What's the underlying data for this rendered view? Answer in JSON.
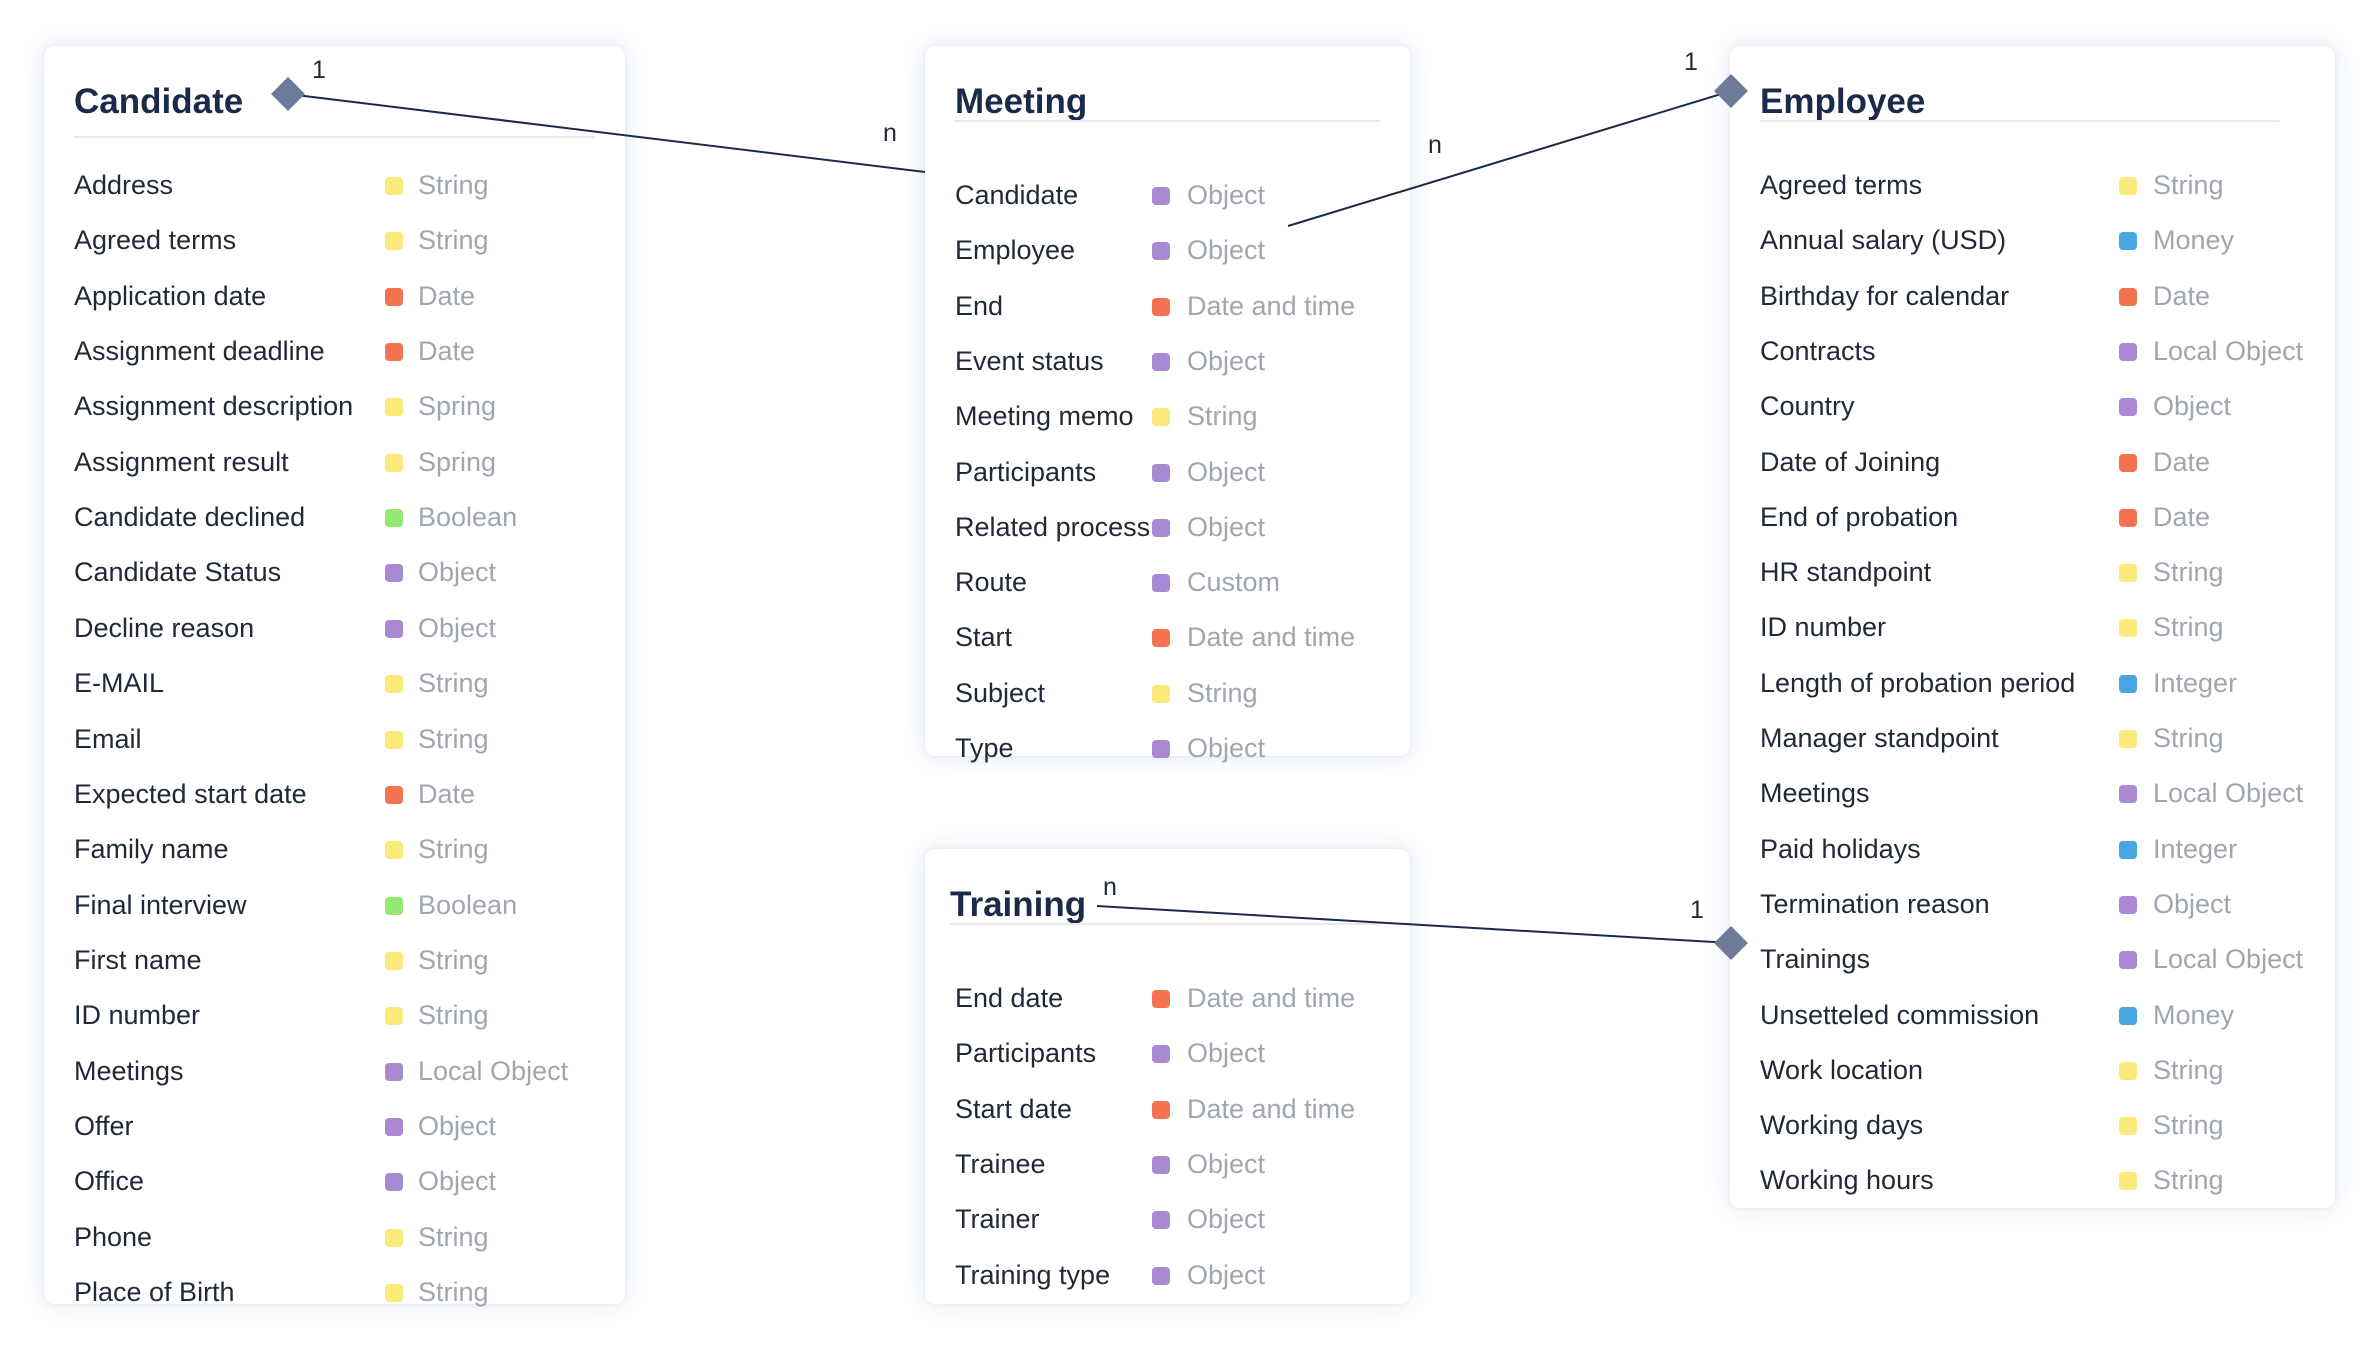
{
  "type_colors": {
    "string": "#fbe97a",
    "date": "#f47452",
    "boolean": "#96e874",
    "object": "#a98ad2",
    "money": "#48a6e4",
    "connector": "#1b2a49",
    "diamond": "#6d7a98"
  },
  "entities": [
    {
      "id": "candidate",
      "title": "Candidate",
      "fields": [
        {
          "name": "Address",
          "type": "String",
          "kind": "string"
        },
        {
          "name": "Agreed terms",
          "type": "String",
          "kind": "string"
        },
        {
          "name": "Application date",
          "type": "Date",
          "kind": "date"
        },
        {
          "name": "Assignment deadline",
          "type": "Date",
          "kind": "date"
        },
        {
          "name": "Assignment description",
          "type": "Spring",
          "kind": "string"
        },
        {
          "name": "Assignment result",
          "type": "Spring",
          "kind": "string"
        },
        {
          "name": "Candidate declined",
          "type": "Boolean",
          "kind": "boolean"
        },
        {
          "name": "Candidate Status",
          "type": "Object",
          "kind": "object"
        },
        {
          "name": "Decline reason",
          "type": "Object",
          "kind": "object"
        },
        {
          "name": "E-MAIL",
          "type": "String",
          "kind": "string"
        },
        {
          "name": "Email",
          "type": "String",
          "kind": "string"
        },
        {
          "name": "Expected start date",
          "type": "Date",
          "kind": "date"
        },
        {
          "name": "Family name",
          "type": "String",
          "kind": "string"
        },
        {
          "name": "Final interview",
          "type": "Boolean",
          "kind": "boolean"
        },
        {
          "name": "First name",
          "type": "String",
          "kind": "string"
        },
        {
          "name": "ID number",
          "type": "String",
          "kind": "string"
        },
        {
          "name": "Meetings",
          "type": "Local Object",
          "kind": "object"
        },
        {
          "name": "Offer",
          "type": "Object",
          "kind": "object"
        },
        {
          "name": "Office",
          "type": "Object",
          "kind": "object"
        },
        {
          "name": "Phone",
          "type": "String",
          "kind": "string"
        },
        {
          "name": "Place of Birth",
          "type": "String",
          "kind": "string"
        }
      ]
    },
    {
      "id": "meeting",
      "title": "Meeting",
      "fields": [
        {
          "name": "Candidate",
          "type": "Object",
          "kind": "object"
        },
        {
          "name": "Employee",
          "type": "Object",
          "kind": "object"
        },
        {
          "name": "End",
          "type": "Date and time",
          "kind": "date"
        },
        {
          "name": "Event status",
          "type": "Object",
          "kind": "object"
        },
        {
          "name": "Meeting memo",
          "type": "String",
          "kind": "string"
        },
        {
          "name": "Participants",
          "type": "Object",
          "kind": "object"
        },
        {
          "name": "Related process",
          "type": "Object",
          "kind": "object"
        },
        {
          "name": "Route",
          "type": "Custom",
          "kind": "object"
        },
        {
          "name": "Start",
          "type": "Date and time",
          "kind": "date"
        },
        {
          "name": "Subject",
          "type": "String",
          "kind": "string"
        },
        {
          "name": "Type",
          "type": "Object",
          "kind": "object"
        }
      ]
    },
    {
      "id": "training",
      "title": "Training",
      "fields": [
        {
          "name": "End date",
          "type": "Date and time",
          "kind": "date"
        },
        {
          "name": "Participants",
          "type": "Object",
          "kind": "object"
        },
        {
          "name": "Start date",
          "type": "Date and time",
          "kind": "date"
        },
        {
          "name": "Trainee",
          "type": "Object",
          "kind": "object"
        },
        {
          "name": "Trainer",
          "type": "Object",
          "kind": "object"
        },
        {
          "name": "Training type",
          "type": "Object",
          "kind": "object"
        }
      ]
    },
    {
      "id": "employee",
      "title": "Employee",
      "fields": [
        {
          "name": "Agreed terms",
          "type": "String",
          "kind": "string"
        },
        {
          "name": "Annual salary (USD)",
          "type": "Money",
          "kind": "money"
        },
        {
          "name": "Birthday for calendar",
          "type": "Date",
          "kind": "date"
        },
        {
          "name": "Contracts",
          "type": "Local Object",
          "kind": "object"
        },
        {
          "name": "Country",
          "type": "Object",
          "kind": "object"
        },
        {
          "name": "Date of Joining",
          "type": "Date",
          "kind": "date"
        },
        {
          "name": "End of probation",
          "type": "Date",
          "kind": "date"
        },
        {
          "name": "HR standpoint",
          "type": "String",
          "kind": "string"
        },
        {
          "name": "ID number",
          "type": "String",
          "kind": "string"
        },
        {
          "name": "Length of probation period",
          "type": "Integer",
          "kind": "money"
        },
        {
          "name": "Manager standpoint",
          "type": "String",
          "kind": "string"
        },
        {
          "name": "Meetings",
          "type": "Local Object",
          "kind": "object"
        },
        {
          "name": "Paid holidays",
          "type": "Integer",
          "kind": "money"
        },
        {
          "name": "Termination reason",
          "type": "Object",
          "kind": "object"
        },
        {
          "name": "Trainings",
          "type": "Local Object",
          "kind": "object"
        },
        {
          "name": "Unsetteled commission",
          "type": "Money",
          "kind": "money"
        },
        {
          "name": "Work location",
          "type": "String",
          "kind": "string"
        },
        {
          "name": "Working days",
          "type": "String",
          "kind": "string"
        },
        {
          "name": "Working hours",
          "type": "String",
          "kind": "string"
        }
      ]
    }
  ],
  "relations": [
    {
      "id": "candidate-meeting",
      "from_entity": "candidate",
      "to_entity": "meeting",
      "to_field": "Candidate",
      "from_label": "1",
      "to_label": "n"
    },
    {
      "id": "employee-meeting",
      "from_entity": "employee",
      "to_entity": "meeting",
      "to_field": "Employee",
      "from_label": "1",
      "to_label": "n"
    },
    {
      "id": "employee-training",
      "from_entity": "employee",
      "from_field": "Trainings",
      "to_entity": "training",
      "from_label": "1",
      "to_label": "n"
    }
  ]
}
